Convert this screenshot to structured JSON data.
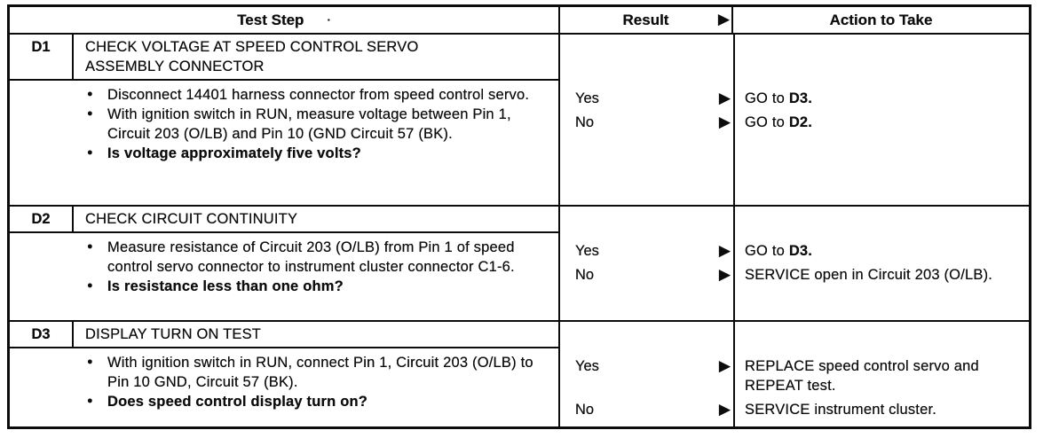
{
  "table": {
    "headers": {
      "test_step": "Test Step",
      "artifact_dot": "·",
      "result": "Result",
      "action": "Action to Take"
    },
    "result_arrow": "▶",
    "bullet_glyph": "●",
    "steps": [
      {
        "id": "D1",
        "title": "CHECK VOLTAGE AT SPEED CONTROL SERVO ASSEMBLY CONNECTOR",
        "bullets": [
          {
            "text": "Disconnect 14401 harness connector from speed control servo.",
            "bold": false
          },
          {
            "text": "With ignition switch in RUN, measure voltage between Pin 1, Circuit 203 (O/LB) and Pin 10 (GND Circuit 57 (BK).",
            "bold": false
          },
          {
            "text": "Is voltage approximately five volts?",
            "bold": true
          }
        ],
        "outcomes": [
          {
            "label": "Yes",
            "action_pre": "GO to ",
            "action_bold": "D3.",
            "action_post": ""
          },
          {
            "label": "No",
            "action_pre": "GO to ",
            "action_bold": "D2.",
            "action_post": ""
          }
        ]
      },
      {
        "id": "D2",
        "title": "CHECK CIRCUIT CONTINUITY",
        "bullets": [
          {
            "text": "Measure resistance of Circuit 203 (O/LB) from Pin 1 of speed control servo connector to instrument cluster connector C1-6.",
            "bold": false
          },
          {
            "text": "Is resistance less than one ohm?",
            "bold": true
          }
        ],
        "outcomes": [
          {
            "label": "Yes",
            "action_pre": "GO to ",
            "action_bold": "D3.",
            "action_post": ""
          },
          {
            "label": "No",
            "action_pre": "SERVICE open in Circuit 203 (O/LB).",
            "action_bold": "",
            "action_post": ""
          }
        ]
      },
      {
        "id": "D3",
        "title": "DISPLAY TURN ON TEST",
        "bullets": [
          {
            "text": "With ignition switch in RUN, connect Pin 1, Circuit 203 (O/LB) to Pin 10 GND, Circuit 57 (BK).",
            "bold": false
          },
          {
            "text": "Does speed control display turn on?",
            "bold": true
          }
        ],
        "outcomes": [
          {
            "label": "Yes",
            "action_pre": "REPLACE speed control servo and REPEAT test.",
            "action_bold": "",
            "action_post": ""
          },
          {
            "label": "No",
            "action_pre": "SERVICE instrument cluster.",
            "action_bold": "",
            "action_post": ""
          }
        ]
      }
    ]
  }
}
